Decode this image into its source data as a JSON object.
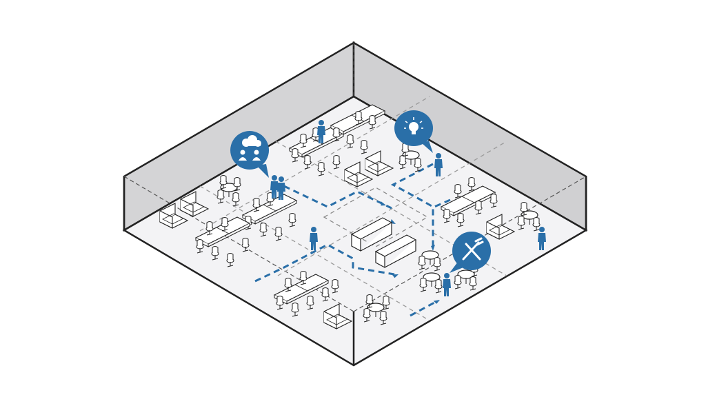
{
  "diagram": {
    "kind": "isometric-office-floor-plan",
    "colors": {
      "accent": "#2a6fa8",
      "wall": "#d4d4d6",
      "floor": "#f3f3f5",
      "outline": "#222222",
      "zone_line": "#9a9a9a"
    },
    "callouts": [
      {
        "name": "collaboration-callout",
        "icon": "people-thought-cloud-icon"
      },
      {
        "name": "idea-callout",
        "icon": "lightbulb-icon"
      },
      {
        "name": "dining-callout",
        "icon": "fork-knife-icon"
      }
    ],
    "zones": [
      {
        "name": "zone-back-left-workstations"
      },
      {
        "name": "zone-back-right-workstations"
      },
      {
        "name": "zone-left-workstations"
      },
      {
        "name": "zone-center-hub"
      },
      {
        "name": "zone-right-cafe"
      },
      {
        "name": "zone-front-workstations"
      },
      {
        "name": "zone-front-right-cafe"
      }
    ],
    "people_count": 7,
    "flow_arrows_count": 6
  }
}
